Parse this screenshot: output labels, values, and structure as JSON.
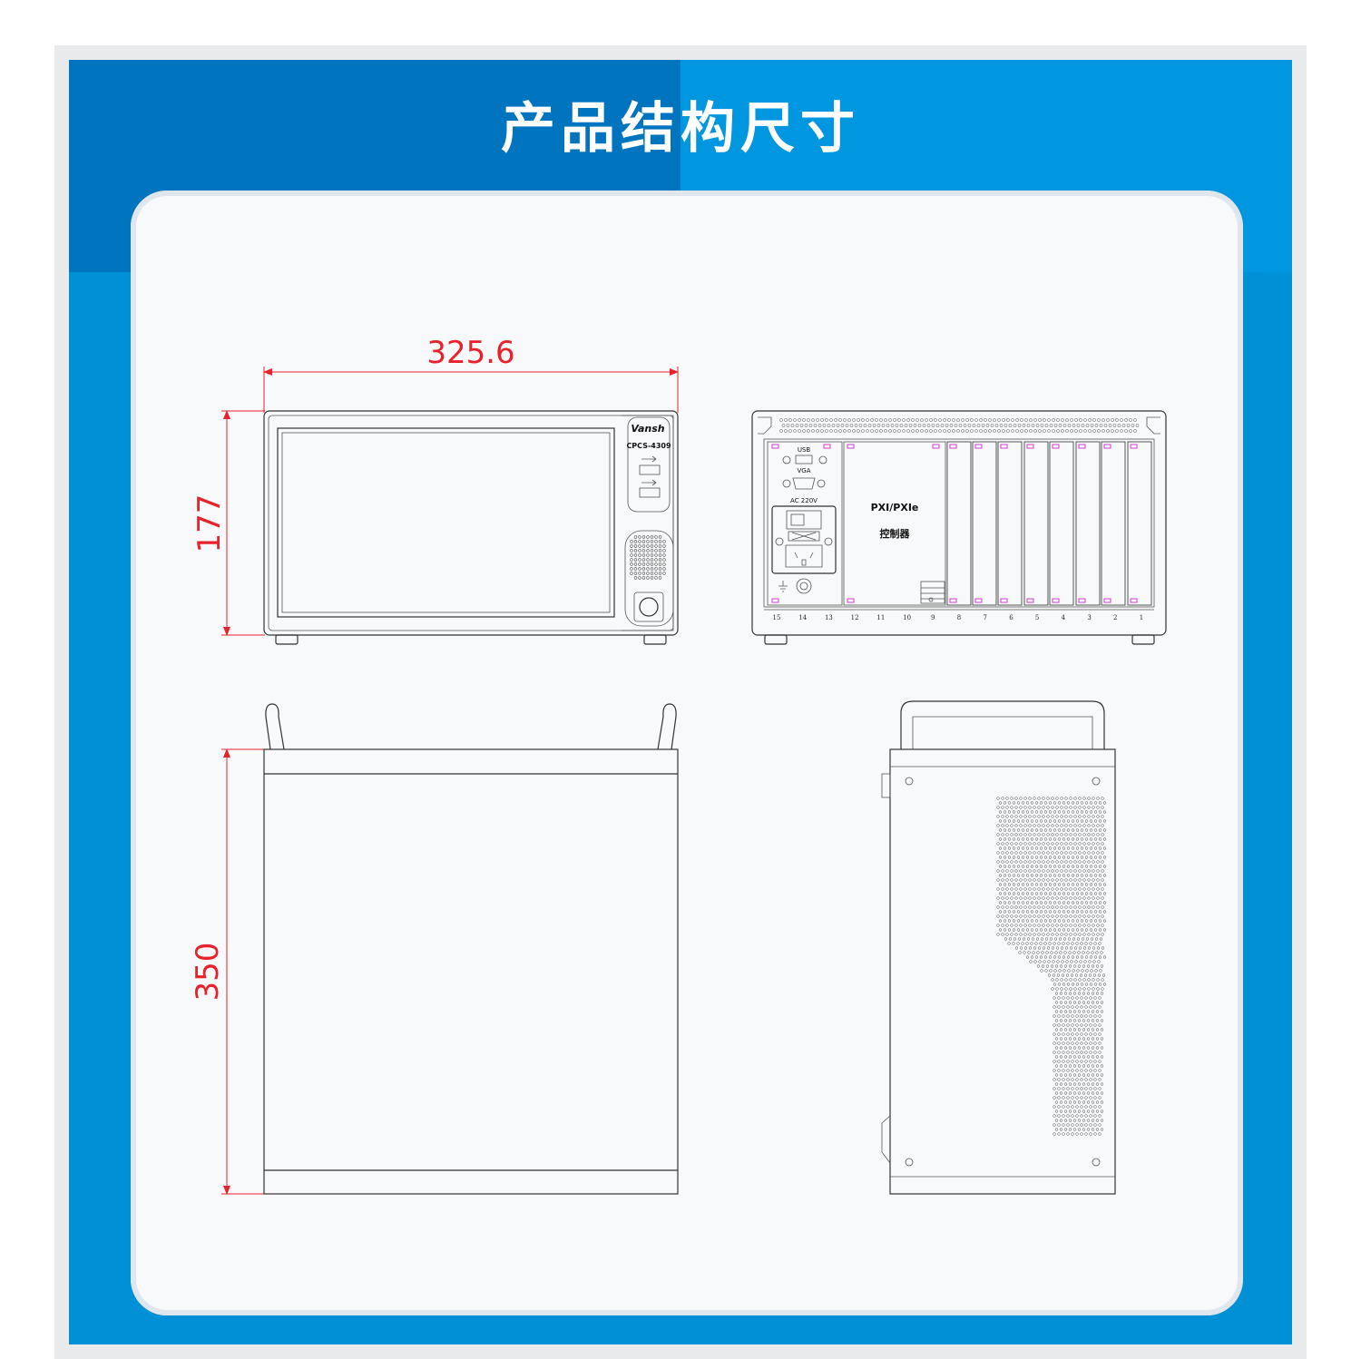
{
  "page": {
    "title": "产品结构尺寸",
    "colors": {
      "banner_left": "#0074be",
      "banner_right": "#0097e0",
      "dimension": "#e8212b"
    }
  },
  "front_view": {
    "width_dim": "325.6",
    "height_dim": "177",
    "brand": "Vansh",
    "model": "CPCS-4309"
  },
  "rear_view": {
    "usb_label": "USB",
    "vga_label": "VGA",
    "ac_label": "AC 220V",
    "controller_line1": "PXI/PXIe",
    "controller_line2": "控制器",
    "slot_numbers": [
      "15",
      "14",
      "13",
      "12",
      "11",
      "10",
      "9",
      "8",
      "7",
      "6",
      "5",
      "4",
      "3",
      "2",
      "1"
    ]
  },
  "top_view": {
    "depth_dim": "350"
  }
}
